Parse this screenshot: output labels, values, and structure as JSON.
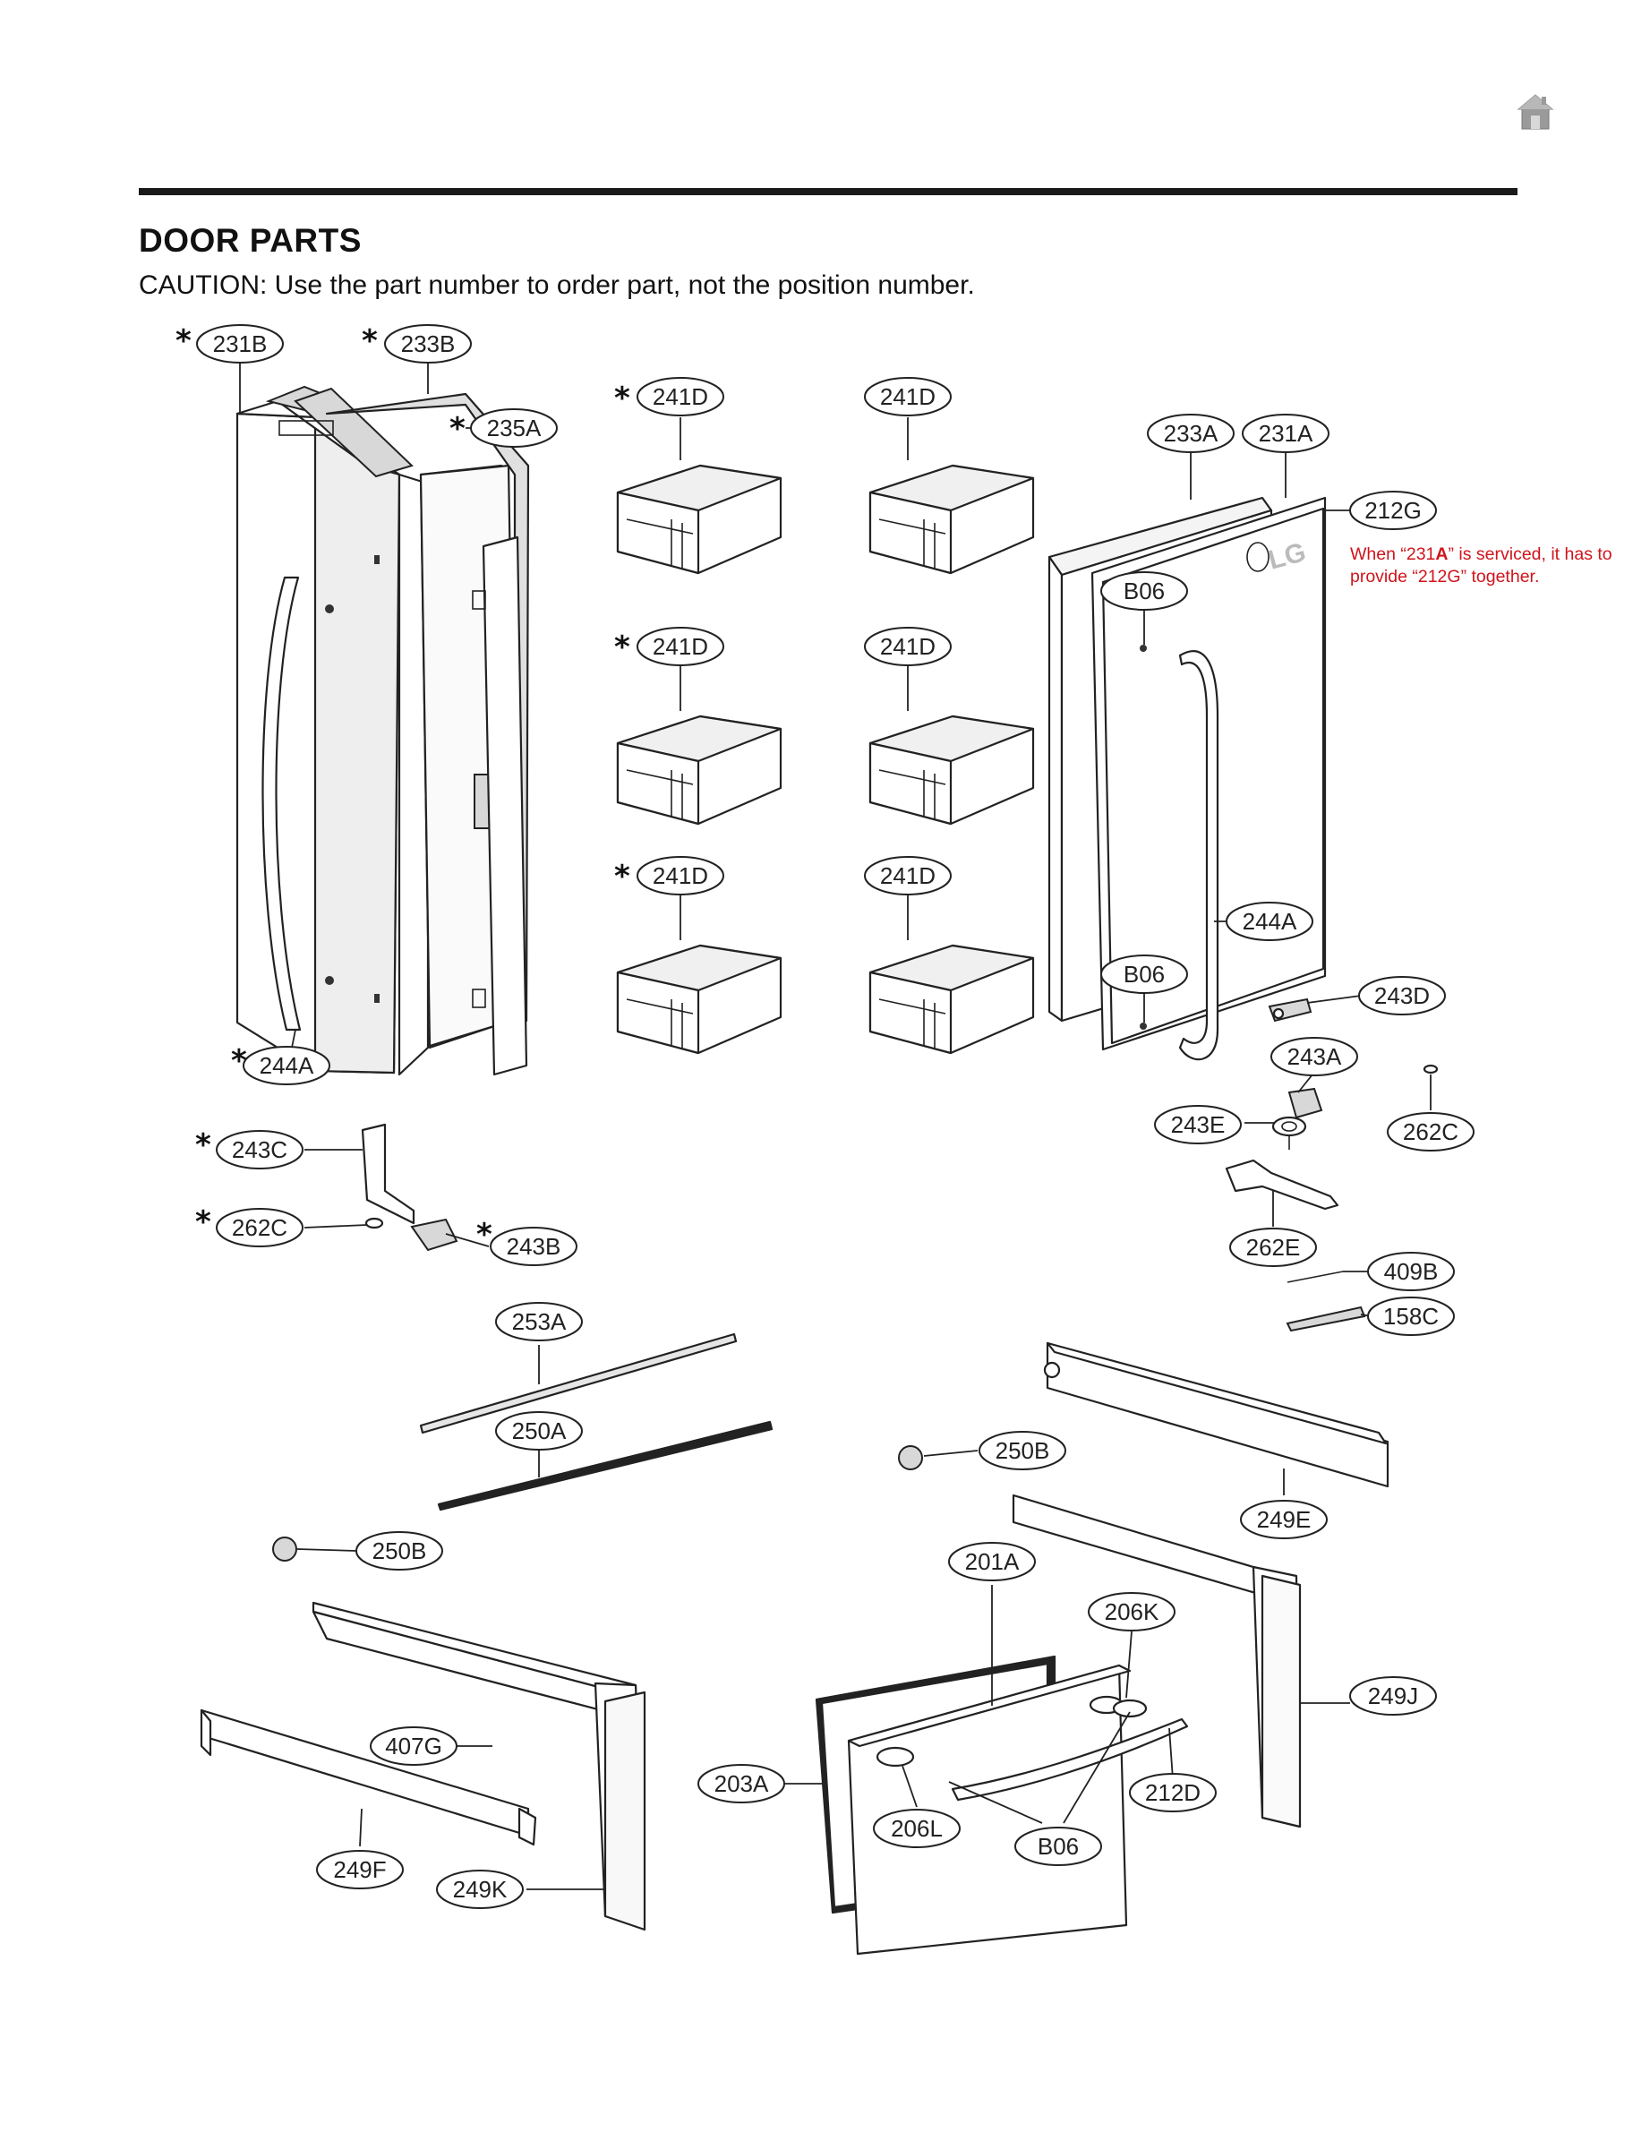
{
  "header": {
    "title": "DOOR PARTS",
    "caution": "CAUTION: Use the part number to order part, not the position number."
  },
  "nav": {
    "home_icon": "home-icon"
  },
  "note": {
    "prefix": "When “231",
    "bold": "A",
    "suffix": "” is serviced, it has to provide “212G” together."
  },
  "accent_color": "#d0141b",
  "callouts": {
    "c231B": "231B",
    "c233B": "233B",
    "c235A": "235A",
    "c241D_1": "241D",
    "c241D_2": "241D",
    "c241D_3": "241D",
    "c241D_4": "241D",
    "c241D_5": "241D",
    "c241D_6": "241D",
    "c233A": "233A",
    "c231A": "231A",
    "c212G": "212G",
    "cB06_1": "B06",
    "cB06_2": "B06",
    "c244A_1": "244A",
    "c244A_2": "244A",
    "c243D": "243D",
    "c243A": "243A",
    "c243E": "243E",
    "c262C_1": "262C",
    "c262C_2": "262C",
    "c243C": "243C",
    "c243B": "243B",
    "c262E": "262E",
    "c409B": "409B",
    "c158C": "158C",
    "c253A": "253A",
    "c250A": "250A",
    "c250B_1": "250B",
    "c250B_2": "250B",
    "c249E": "249E",
    "c201A": "201A",
    "c206K": "206K",
    "c249J": "249J",
    "c407G": "407G",
    "c203A": "203A",
    "c212D": "212D",
    "c206L": "206L",
    "cB06_3": "B06",
    "c249F": "249F",
    "c249K": "249K"
  },
  "star": "*"
}
